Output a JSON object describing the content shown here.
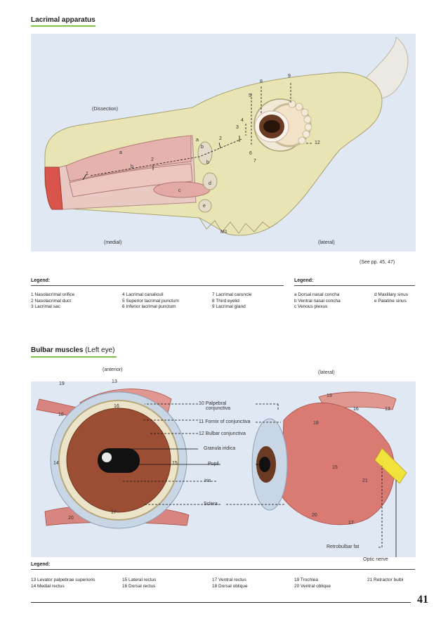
{
  "lacrimal": {
    "title": "Lacrimal apparatus",
    "dissection": "(Dissection)",
    "medial": "(medial)",
    "lateral": "(lateral)",
    "see_pages": "(See pp. 45, 47)",
    "legend_left_heading": "Legend:",
    "legend_right_heading": "Legend:",
    "legend_col1": [
      "1 Nasolacrimal orifice",
      "2 Nasolacrimal duct",
      "3 Lacrimal sac"
    ],
    "legend_col2": [
      "4 Lacrimal canaliculi",
      "5 Superior lacrimal punctum",
      "6 Inferior lacrimal punctum"
    ],
    "legend_col3": [
      "7 Lacrimal caruncle",
      "8 Third eyelid",
      "9 Lacrimal gland"
    ],
    "legend_col4": [
      "a Dorsal nasal concha",
      "b Ventral nasal concha",
      "c Venous plexus"
    ],
    "legend_col5": [
      "d Maxillary sinus",
      "e Palatine sinus"
    ],
    "labels": {
      "n1": "1",
      "n2a": "2",
      "n2b": "2",
      "n3": "3",
      "n4": "4",
      "n5": "5",
      "n6": "6",
      "n7": "7",
      "n8": "8",
      "n9": "9",
      "n12": "12",
      "a1": "a",
      "a2": "a",
      "b1": "b",
      "b2": "b",
      "b3": "b",
      "c": "c",
      "d": "d",
      "e": "e",
      "m1": "M1"
    }
  },
  "bulbar": {
    "title": "Bulbar muscles",
    "title_sub": "(Left eye)",
    "anterior": "(anterior)",
    "lateral": "(lateral)",
    "labels_center": {
      "l10": "10 Palpebral",
      "l10b": "conjunctiva",
      "l11": "11 Fornix of conjunctiva",
      "l12": "12 Bulbar conjunctiva",
      "granula": "Granula iridica",
      "pupil": "Pupil",
      "iris": "Iris",
      "sclera": "Sclera",
      "retrobulbar": "Retrobulbar fat",
      "optic": "Optic nerve"
    },
    "labels_left": {
      "n19": "19",
      "n13": "13",
      "n16": "16",
      "n18": "18",
      "n14": "14",
      "n15": "15",
      "n17": "17",
      "n20": "20"
    },
    "labels_right": {
      "n19": "19",
      "n16": "16",
      "n13": "13",
      "n18": "18",
      "n15": "15",
      "n21": "21",
      "n20": "20",
      "n17": "17"
    },
    "legend_heading": "Legend:",
    "legend_col1": [
      "13 Levator palpebrae superioris",
      "14 Medial rectus"
    ],
    "legend_col2": [
      "15 Lateral rectus",
      "16 Dorsal rectus"
    ],
    "legend_col3": [
      "17 Ventral rectus",
      "18 Dorsal oblique"
    ],
    "legend_col4": [
      "19 Trochlea",
      "20 Ventral oblique"
    ],
    "legend_col5": [
      "21 Retractor bulbi"
    ]
  },
  "page_number": "41"
}
